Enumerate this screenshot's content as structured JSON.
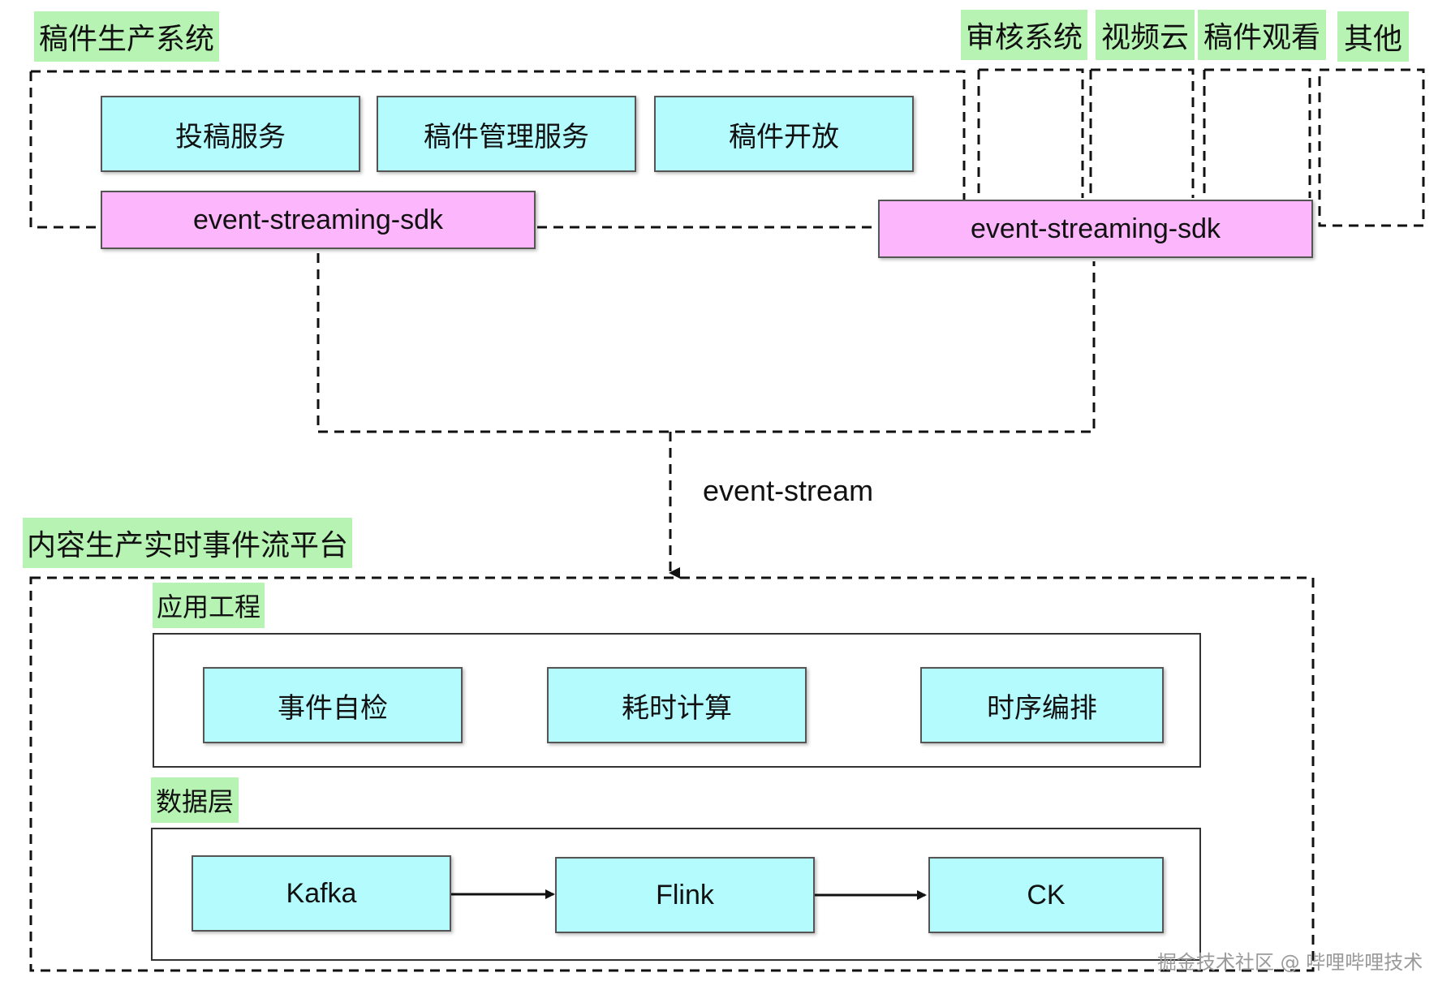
{
  "top_system": {
    "title": "稿件生产系统",
    "services": [
      "投稿服务",
      "稿件管理服务",
      "稿件开放"
    ],
    "sdk_label": "event-streaming-sdk"
  },
  "external_systems": {
    "items": [
      "审核系统",
      "视频云",
      "稿件观看",
      "其他"
    ],
    "sdk_label": "event-streaming-sdk"
  },
  "stream": {
    "label": "event-stream"
  },
  "platform": {
    "title": "内容生产实时事件流平台",
    "app_layer": {
      "title": "应用工程",
      "items": [
        "事件自检",
        "耗时计算",
        "时序编排"
      ]
    },
    "data_layer": {
      "title": "数据层",
      "items": [
        "Kafka",
        "Flink",
        "CK"
      ]
    }
  },
  "watermark": "掘金技术社区 @ 哔哩哔哩技术",
  "colors": {
    "service_fill": "#b4fbfd",
    "sdk_fill": "#fcb6fc",
    "tag_fill": "#b7f4b3",
    "line": "#111111"
  }
}
